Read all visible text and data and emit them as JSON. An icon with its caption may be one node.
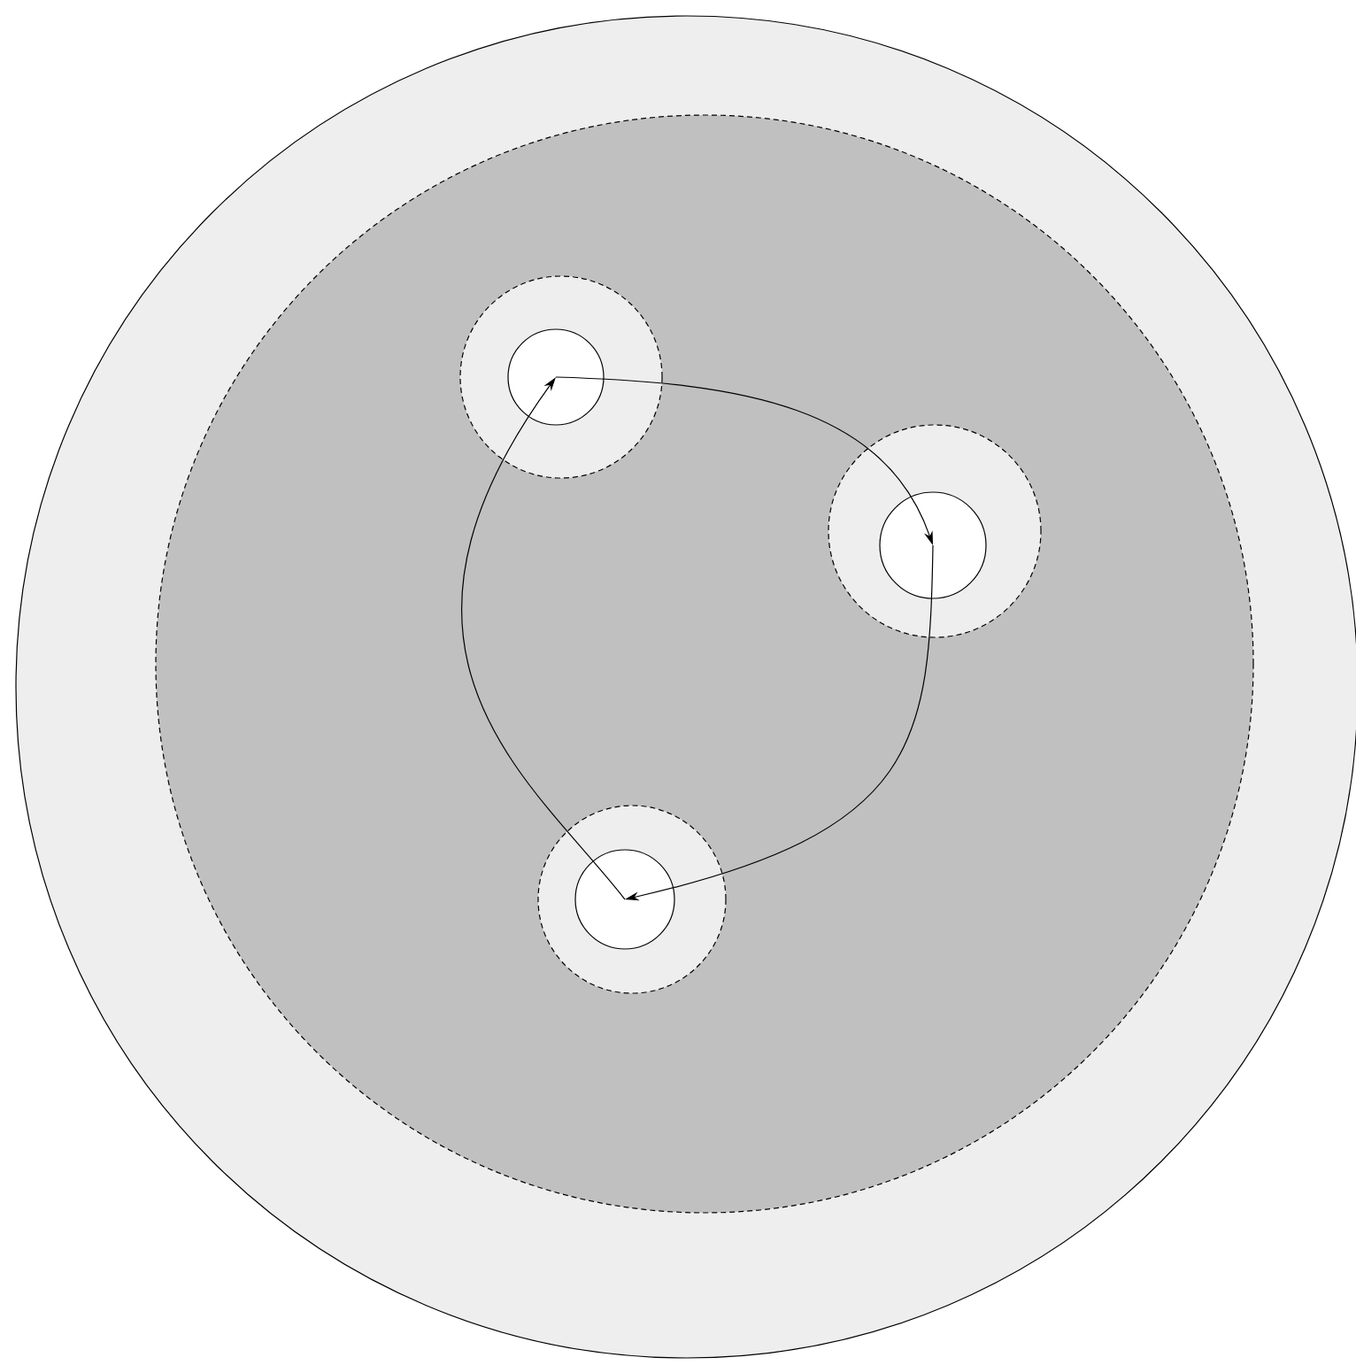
{
  "diagram": {
    "nodes": [
      {
        "text": [],
        "shape": "circle"
      },
      {
        "text": [],
        "shape": "circle",
        "in": 0
      },
      {
        "text": [],
        "shape": "circle",
        "in": 1
      },
      {
        "text": [],
        "shape": "circle",
        "in": 1
      },
      {
        "text": [],
        "shape": "circle",
        "in": 1
      },
      {
        "text": [],
        "shape": "circle",
        "in": 2
      },
      {
        "text": [],
        "shape": "circle",
        "in": 3
      },
      {
        "text": [],
        "shape": "circle",
        "in": 4
      }
    ],
    "edges": [
      {
        "from": 5,
        "to": 6,
        "arrow": "to"
      },
      {
        "from": 6,
        "to": 7,
        "arrow": "to"
      },
      {
        "from": 7,
        "to": 5,
        "arrow": "to"
      }
    ]
  }
}
